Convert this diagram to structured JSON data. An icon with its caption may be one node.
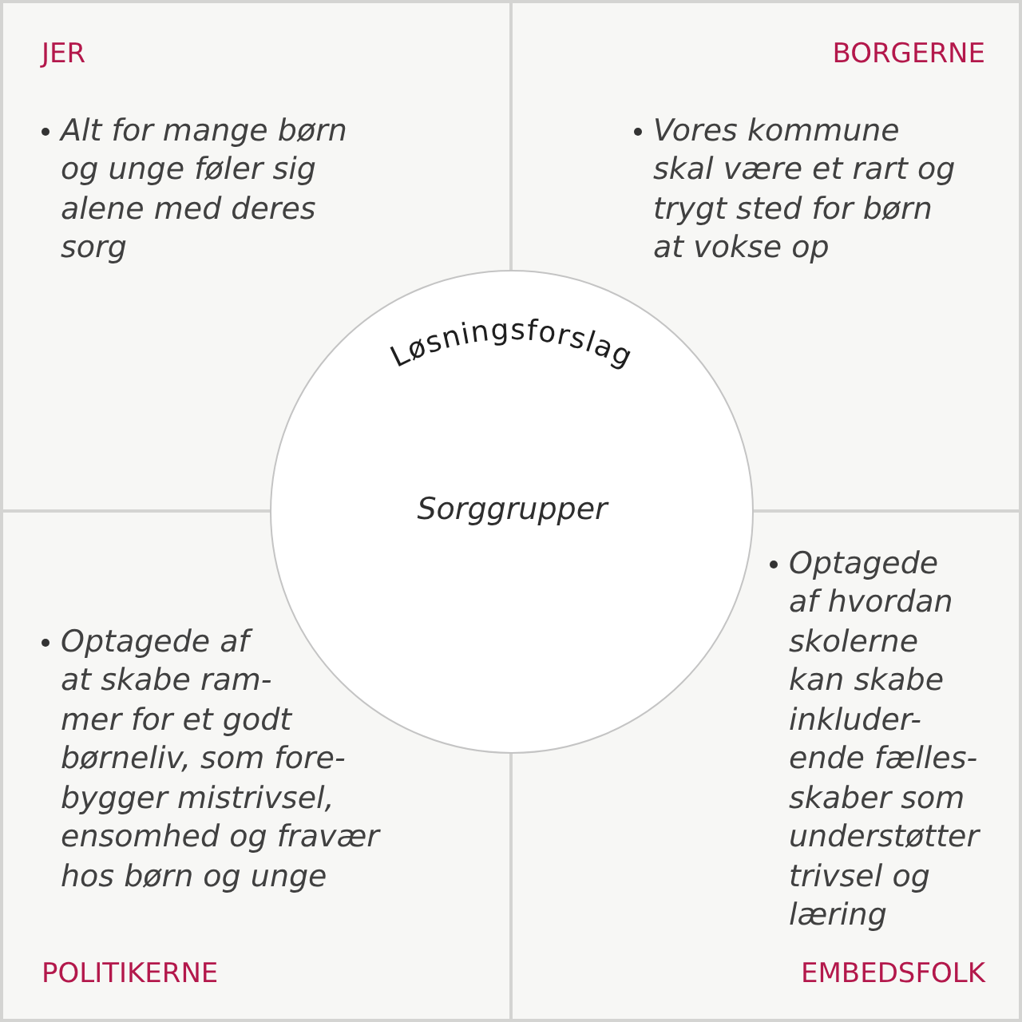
{
  "diagram": {
    "nodes": [
      {
        "text": [
          "JER",
          "Alt for mange børn og unge føler sig alene med deres sorg"
        ]
      },
      {
        "text": [
          "BORGERNE",
          "Vores kommune skal være et rart og trygt sted for børn at vokse op"
        ]
      },
      {
        "text": [
          "Løsningsforslag",
          "Sorggrupper"
        ]
      },
      {
        "text": [
          "Optagede af at skabe ram- mer for et godt børneliv, som fore- bygger mistrivsel, ensomhed og fravær hos børn og unge",
          "POLITIKERNE"
        ]
      },
      {
        "text": [
          "Optagede af hvordan skolerne kan skabe inkluder- ende fælles- skaber som understøtter trivsel og læring",
          "EMBEDSFOLK"
        ]
      }
    ]
  }
}
